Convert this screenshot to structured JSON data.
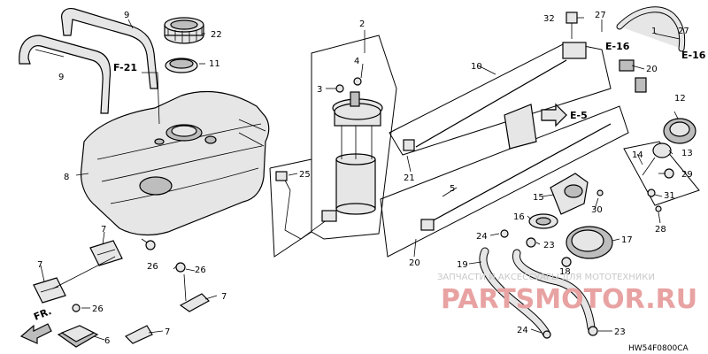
{
  "diagram": {
    "labels": {
      "l1": "1",
      "l2": "2",
      "l4": "4",
      "l3": "3",
      "l5": "5",
      "l6": "6",
      "l7a": "7",
      "l7b": "7",
      "l7c": "7",
      "l7d": "7",
      "l8": "8",
      "l9a": "9",
      "l9b": "9",
      "l10": "10",
      "l11": "11",
      "l12": "12",
      "l13": "13",
      "l14": "14",
      "l15": "15",
      "l16": "16",
      "l17": "17",
      "l18": "18",
      "l19": "19",
      "l20a": "20",
      "l20b": "20",
      "l21": "21",
      "l22": "22",
      "l23a": "23",
      "l23b": "23",
      "l24a": "24",
      "l24b": "24",
      "l25": "25",
      "l26a": "26",
      "l26b": "26",
      "l26c": "26",
      "l27a": "27",
      "l27b": "27",
      "l28": "28",
      "l29": "29",
      "l30": "30",
      "l31": "31",
      "l32": "32"
    },
    "refs": {
      "f21": "F-21",
      "e16a": "E-16",
      "e16b": "E-16",
      "e5": "E-5",
      "fr": "FR."
    },
    "code": "HW54F0800CA",
    "watermark_text": "ЗАПЧАСТИ И АКСЕССУАРЫ ДЛЯ МОТОТЕХНИКИ",
    "watermark_logo": "PARTSMOTOR.RU"
  }
}
